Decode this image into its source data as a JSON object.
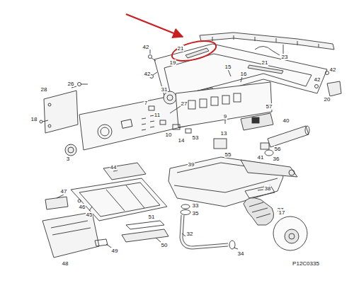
{
  "diagram": {
    "labels": [
      "42",
      "21",
      "23",
      "19",
      "42",
      "15",
      "16",
      "21",
      "42",
      "20",
      "42",
      "26",
      "28",
      "31",
      "27",
      "7",
      "11",
      "9",
      "57",
      "18",
      "10",
      "13",
      "14",
      "53",
      "3",
      "55",
      "56",
      "40",
      "41",
      "39",
      "36",
      "44",
      "38",
      "47",
      "46",
      "45",
      "33",
      "35",
      "37",
      "51",
      "50",
      "48",
      "49",
      "32",
      "34",
      "17",
      "P12C0335"
    ]
  }
}
